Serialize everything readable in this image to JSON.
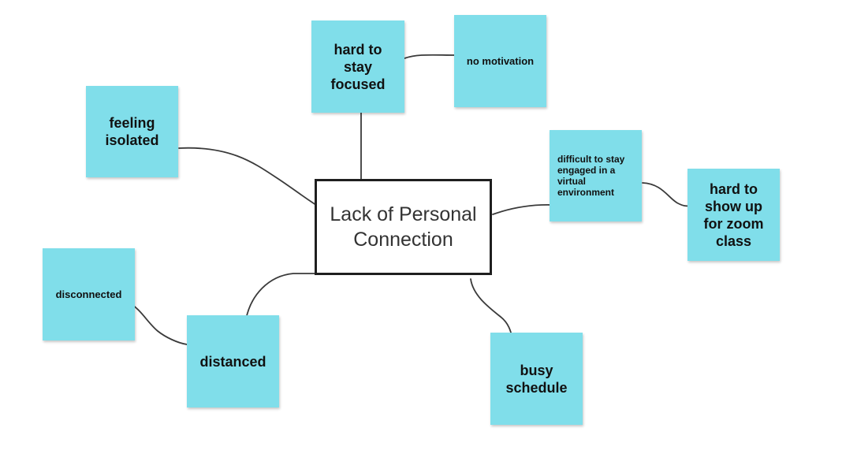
{
  "center": {
    "label": "Lack of Personal Connection"
  },
  "notes": {
    "hard_to_stay_focused": "hard to stay focused",
    "no_motivation": "no motivation",
    "feeling_isolated": "feeling isolated",
    "difficult_engaged": "difficult to stay engaged in a virtual environment",
    "hard_show_up": "hard to show up for zoom class",
    "disconnected": "disconnected",
    "distanced": "distanced",
    "busy_schedule": "busy schedule"
  },
  "colors": {
    "note_fill": "#80deea",
    "connector": "#3a3a3a",
    "center_border": "#1f1f1f"
  }
}
